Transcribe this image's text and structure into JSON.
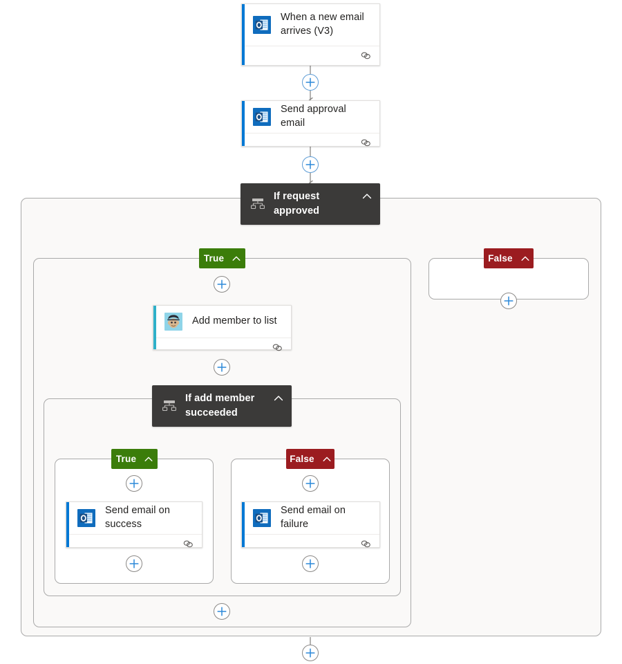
{
  "flow": {
    "title": "Power Automate flow designer canvas",
    "colors": {
      "accent_blue": "#0078d4",
      "accent_cyan": "#2eb0c9",
      "true_green": "#3b7d0a",
      "false_red": "#9b1c20",
      "condition_dark": "#3b3a39",
      "canvas_white": "#ffffff",
      "scope_fill": "#faf9f8",
      "border_gray": "#a9a9a9",
      "plus_blue": "#2b88d8"
    },
    "nodes": {
      "trigger": {
        "label": "When a new email arrives (V3)",
        "icon": "outlook-icon",
        "accent": "#0078d4",
        "footer_icon": "link-icon"
      },
      "send_approval": {
        "label": "Send approval email",
        "icon": "outlook-icon",
        "accent": "#0078d4",
        "footer_icon": "link-icon"
      },
      "condition_outer": {
        "label": "If request approved",
        "icon": "condition-icon",
        "chevron": "chevron-up-icon"
      },
      "add_member": {
        "label": "Add member to list",
        "icon": "mailchimp-icon",
        "accent": "#2eb0c9",
        "footer_icon": "link-icon"
      },
      "condition_inner": {
        "label": "If add member succeeded",
        "icon": "condition-icon",
        "chevron": "chevron-up-icon"
      },
      "send_success": {
        "label": "Send email on success",
        "icon": "outlook-icon",
        "accent": "#0078d4",
        "footer_icon": "link-icon"
      },
      "send_failure": {
        "label": "Send email on failure",
        "icon": "outlook-icon",
        "accent": "#0078d4",
        "footer_icon": "link-icon"
      }
    },
    "branches": {
      "outer_true": {
        "label": "True",
        "chevron": "chevron-up-icon"
      },
      "outer_false": {
        "label": "False",
        "chevron": "chevron-up-icon"
      },
      "inner_true": {
        "label": "True",
        "chevron": "chevron-up-icon"
      },
      "inner_false": {
        "label": "False",
        "chevron": "chevron-up-icon"
      }
    },
    "add_buttons": {
      "after_trigger": "plus-icon",
      "after_send_approval": "plus-icon",
      "outer_false_empty": "plus-icon",
      "before_add_member": "plus-icon",
      "after_add_member": "plus-icon",
      "inner_true_before": "plus-icon",
      "inner_true_after": "plus-icon",
      "inner_false_before": "plus-icon",
      "inner_false_after": "plus-icon",
      "outer_true_end": "plus-icon",
      "flow_end": "plus-icon"
    }
  }
}
